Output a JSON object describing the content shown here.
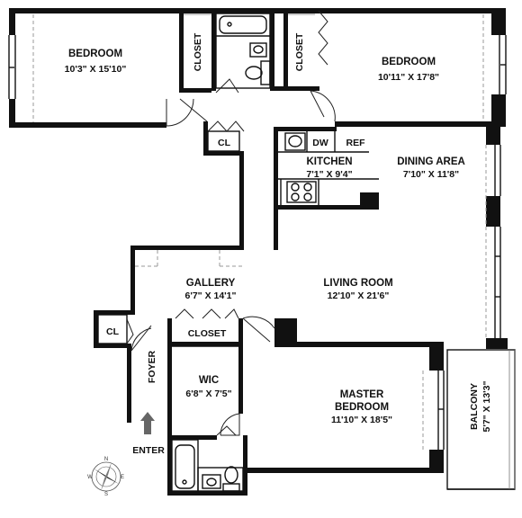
{
  "rooms": {
    "bedroom_left": {
      "name": "BEDROOM",
      "dims": "10'3\" X 15'10\""
    },
    "bedroom_right": {
      "name": "BEDROOM",
      "dims": "10'11\" X 17'8\""
    },
    "closet_left": {
      "name": "CLOSET"
    },
    "closet_right": {
      "name": "CLOSET"
    },
    "cl_hall": {
      "name": "CL"
    },
    "cl_foyer": {
      "name": "CL"
    },
    "kitchen": {
      "name": "KITCHEN",
      "dims": "7'1\" X 9'4\""
    },
    "dw": {
      "name": "DW"
    },
    "ref": {
      "name": "REF"
    },
    "dining": {
      "name": "DINING AREA",
      "dims": "7'10\" X 11'8\""
    },
    "gallery": {
      "name": "GALLERY",
      "dims": "6'7\" X 14'1\""
    },
    "living": {
      "name": "LIVING ROOM",
      "dims": "12'10\" X 21'6\""
    },
    "closet_gallery": {
      "name": "CLOSET"
    },
    "foyer": {
      "name": "FOYER"
    },
    "wic": {
      "name": "WIC",
      "dims": "6'8\" X 7'5\""
    },
    "master": {
      "name": "MASTER",
      "name2": "BEDROOM",
      "dims": "11'10\" X 18'5\""
    },
    "balcony": {
      "name": "BALCONY",
      "dims": "5'7\" X 13'3\""
    }
  },
  "enter_label": "ENTER",
  "compass": {
    "n": "N",
    "e": "E",
    "s": "S",
    "w": "W"
  }
}
